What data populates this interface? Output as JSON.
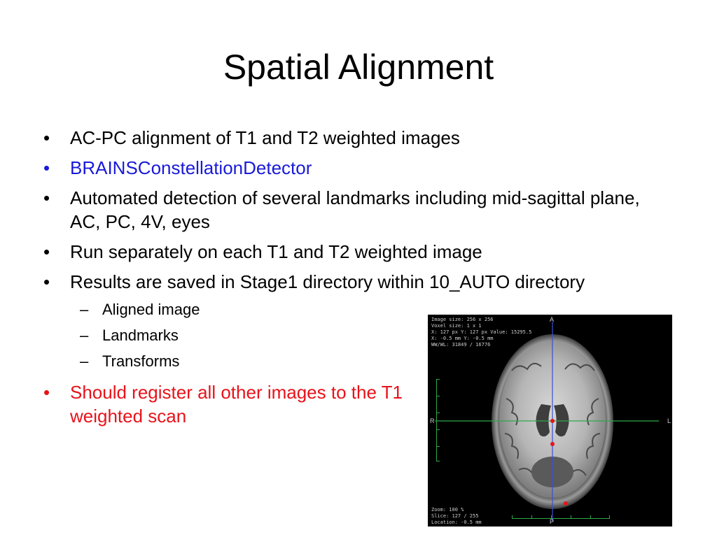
{
  "slide": {
    "title": "Spatial Alignment",
    "bullets": [
      {
        "text": "AC-PC alignment of T1 and T2 weighted images",
        "color": "#000000"
      },
      {
        "text": "BRAINSConstellationDetector",
        "color": "#1a1ad9"
      },
      {
        "text": "Automated detection of several landmarks including mid-sagittal plane, AC, PC, 4V, eyes",
        "color": "#000000"
      },
      {
        "text": "Run separately on each T1 and T2 weighted image",
        "color": "#000000"
      },
      {
        "text": "Results are saved in Stage1 directory within 10_AUTO directory",
        "color": "#000000"
      },
      {
        "text": "Should register all other images to the T1 weighted scan",
        "color": "#e8131b"
      }
    ],
    "sub_bullets": [
      "Aligned image",
      "Landmarks",
      "Transforms"
    ]
  },
  "scan": {
    "info": [
      "Image size: 256 x 256",
      "Voxel size: 1 x 1",
      "X: 127 px Y: 127 px Value: 15295.5",
      "X: -0.5 mm Y: -0.5 mm",
      "WW/WL: 31849 / 16776"
    ],
    "footer": [
      "Zoom: 100 %",
      "Slice: 127 / 255",
      "Location: -0.5 mm"
    ],
    "orient_top": "A",
    "orient_bottom": "P",
    "orient_left": "R",
    "orient_right": "L",
    "crosshair_vertical_color": "#3a4fd6",
    "crosshair_horizontal_color": "#2fa84a",
    "landmark_color": "#e8131b"
  }
}
